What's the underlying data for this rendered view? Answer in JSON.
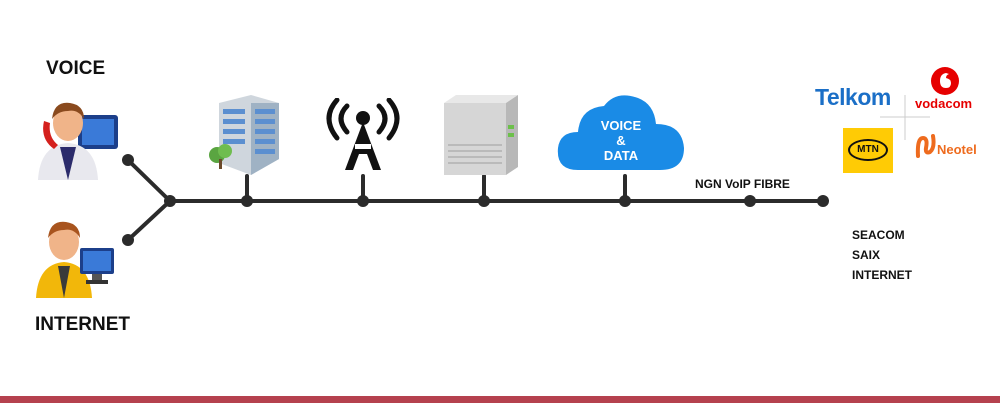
{
  "labels": {
    "voice": "VOICE",
    "internet": "INTERNET",
    "cloud_line1": "VOICE",
    "cloud_line2": "&",
    "cloud_line3": "DATA",
    "fibre": "NGN VoIP FIBRE",
    "endpoints": [
      "SEACOM",
      "SAIX",
      "INTERNET"
    ]
  },
  "partners": {
    "telkom": "Telkom",
    "vodacom": "vodacom",
    "mtn": "MTN",
    "neotel": "Neotel"
  },
  "colors": {
    "line": "#2b2b2b",
    "cloud": "#1a8be6",
    "telkom": "#1b6fc7",
    "vodacom": "#e60000",
    "mtn": "#ffcb05",
    "neotel": "#ee6b1e",
    "accent_bar": "#b5414e"
  },
  "icons": [
    "voice-user-icon",
    "internet-user-icon",
    "office-building-icon",
    "antenna-tower-icon",
    "server-icon",
    "cloud-icon"
  ]
}
